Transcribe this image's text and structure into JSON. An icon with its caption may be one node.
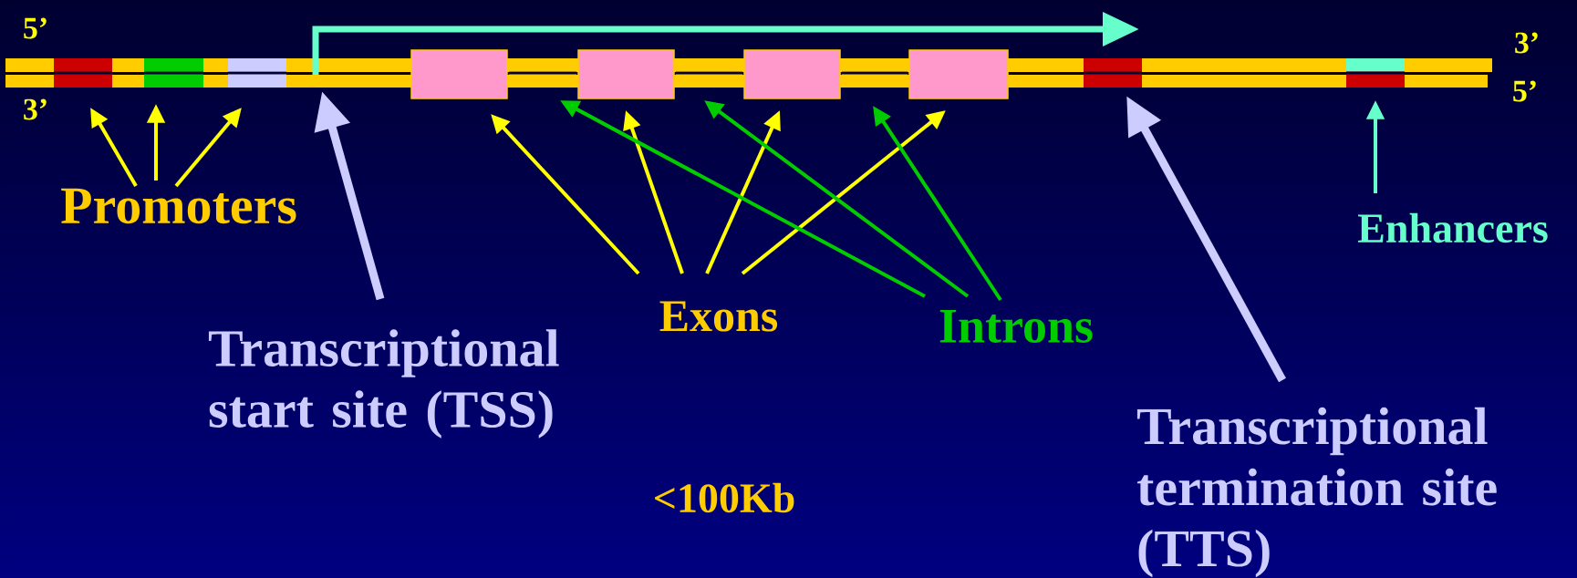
{
  "diagram": {
    "nodes": [
      {
        "text": [],
        "shape": "bar"
      },
      {
        "text": [],
        "shape": "bar"
      },
      {
        "text": [],
        "shape": "bar"
      },
      {
        "text": [],
        "shape": "box"
      },
      {
        "text": [],
        "shape": "bar"
      },
      {
        "text": [],
        "shape": "box"
      },
      {
        "text": [],
        "shape": "bar"
      },
      {
        "text": [],
        "shape": "box"
      },
      {
        "text": [],
        "shape": "bar"
      },
      {
        "text": [],
        "shape": "box"
      },
      {
        "text": [],
        "shape": "bar"
      },
      {
        "text": [],
        "shape": "bar"
      },
      {
        "text": [
          "Promoters"
        ]
      },
      {
        "text": [
          "Enhancers"
        ]
      },
      {
        "text": [
          "Exons"
        ]
      },
      {
        "text": [
          "Introns"
        ]
      },
      {
        "text": [
          "Transcriptional start site (TSS)"
        ]
      },
      {
        "text": [
          "Transcriptional termination site (TTS)"
        ]
      }
    ],
    "edges": [
      {
        "from": 12,
        "to": 0,
        "arrow": "to"
      },
      {
        "from": 12,
        "to": 1,
        "arrow": "to"
      },
      {
        "from": 12,
        "to": 2,
        "arrow": "to"
      },
      {
        "from": 13,
        "to": 11,
        "arrow": "to",
        "color": "#66ffcc"
      },
      {
        "from": 14,
        "to": 3,
        "arrow": "to"
      },
      {
        "from": 14,
        "to": 5,
        "arrow": "to"
      },
      {
        "from": 14,
        "to": 7,
        "arrow": "to"
      },
      {
        "from": 14,
        "to": 9,
        "arrow": "to"
      },
      {
        "from": 15,
        "to": 4,
        "arrow": "to",
        "color": "#00cc00"
      },
      {
        "from": 15,
        "to": 6,
        "arrow": "to",
        "color": "#00cc00"
      },
      {
        "from": 15,
        "to": 8,
        "arrow": "to",
        "color": "#00cc00"
      },
      {
        "from": 16,
        "to": null,
        "arrow": "to",
        "style": "thick",
        "color": "#ccccff"
      },
      {
        "from": 17,
        "to": 10,
        "arrow": "to",
        "style": "thick",
        "color": "#ccccff"
      }
    ],
    "labels": [
      "5’",
      "3’",
      "5’",
      "3’",
      "<100Kb"
    ]
  }
}
